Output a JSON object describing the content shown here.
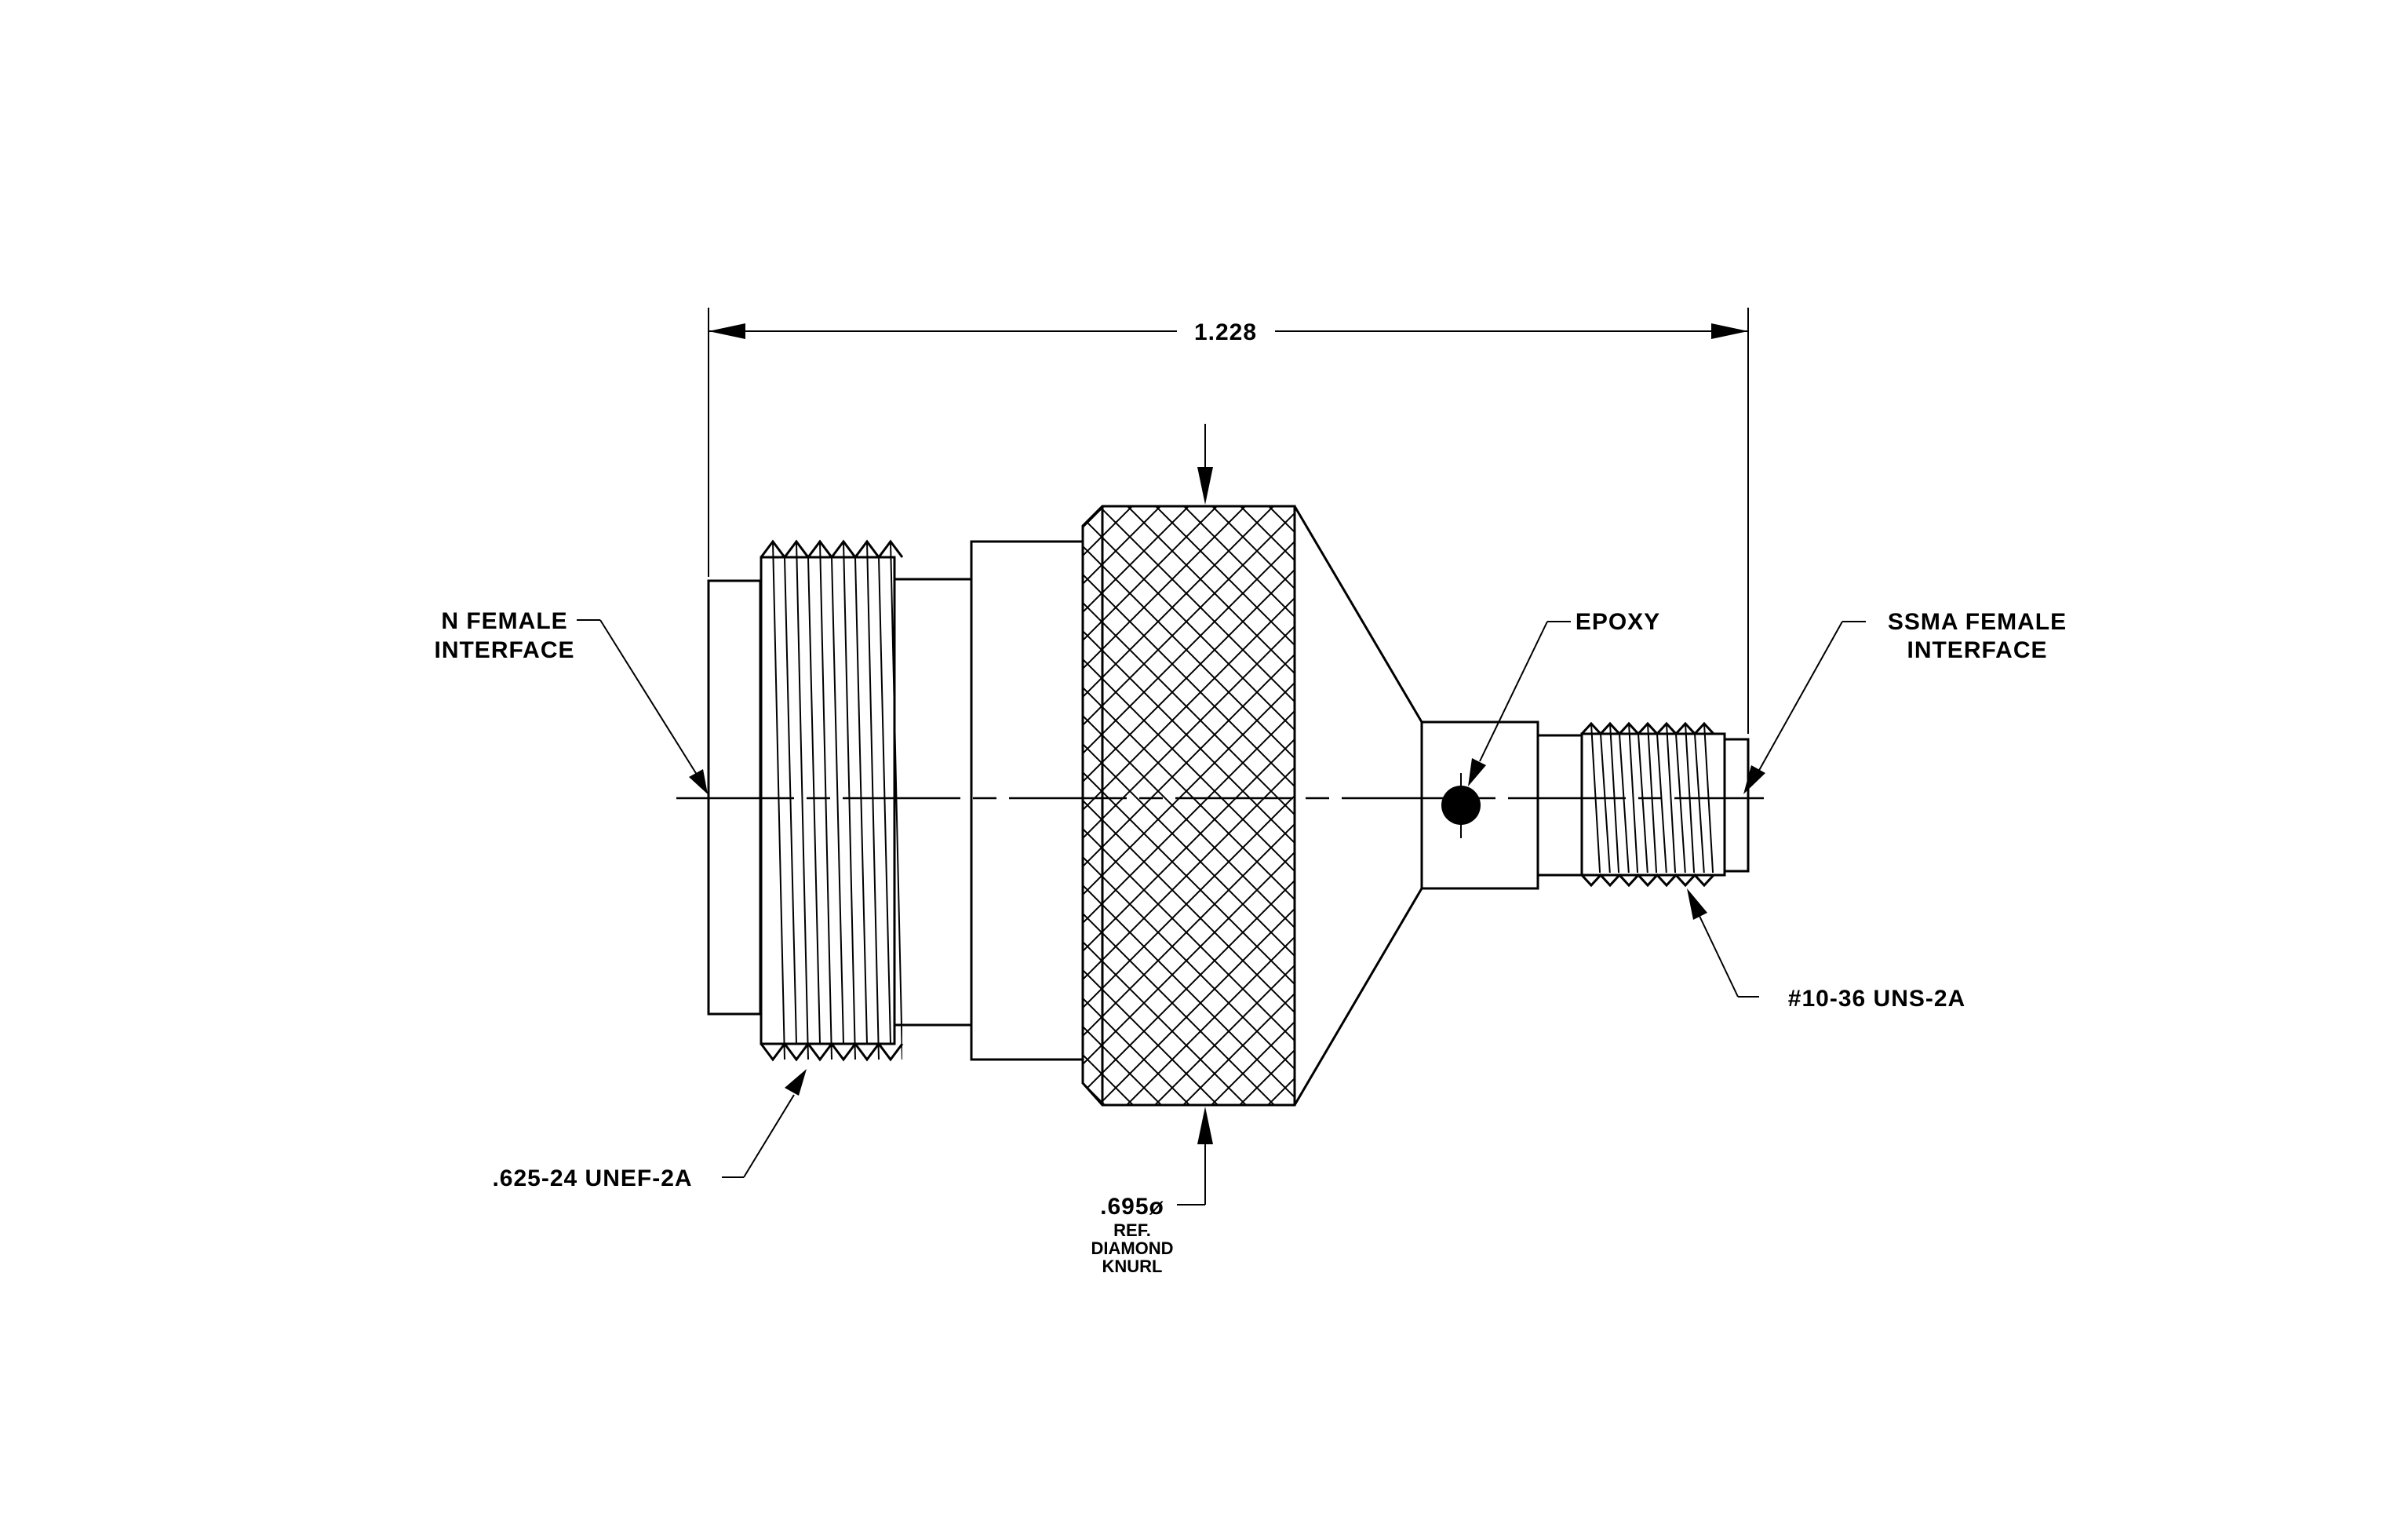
{
  "labels": {
    "overall_length": "1.228",
    "n_interface_line1": "N FEMALE",
    "n_interface_line2": "INTERFACE",
    "ssma_interface_line1": "SSMA FEMALE",
    "ssma_interface_line2": "INTERFACE",
    "epoxy": "EPOXY",
    "n_thread": ".625-24 UNEF-2A",
    "ssma_thread": "#10-36 UNS-2A",
    "knurl_dia": ".695ø",
    "knurl_ref": "REF.",
    "knurl_diamond": "DIAMOND",
    "knurl_word": "KNURL"
  },
  "colors": {
    "line": "#000000",
    "background": "#ffffff"
  }
}
